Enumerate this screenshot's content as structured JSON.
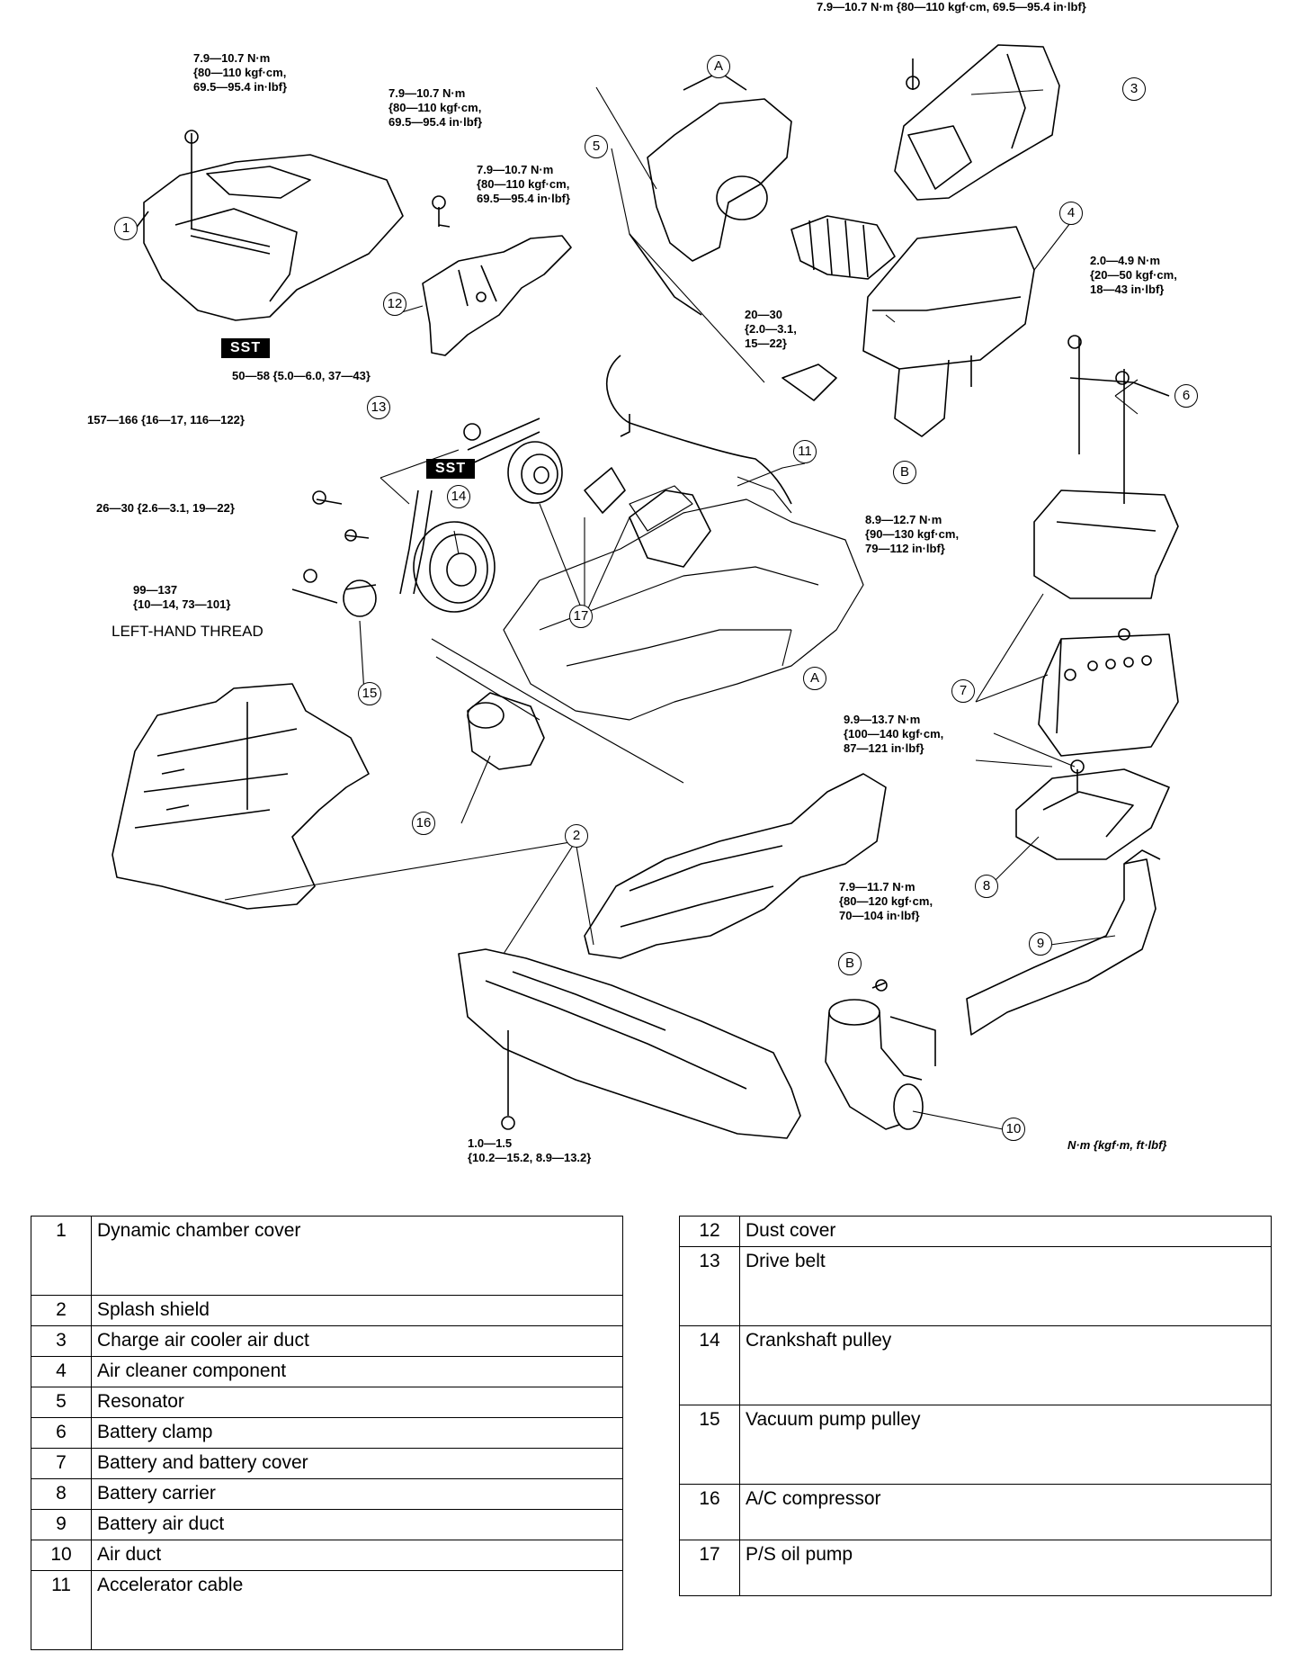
{
  "torque_labels": {
    "t_top_duct": "7.9—10.7 N·m {80—110 kgf·cm, 69.5—95.4 in·lbf}",
    "t_cover": "7.9—10.7 N·m\n{80—110 kgf·cm,\n69.5—95.4 in·lbf}",
    "t_bolt_a": "7.9—10.7 N·m\n{80—110 kgf·cm,\n69.5—95.4 in·lbf}",
    "t_bolt_b": "7.9—10.7 N·m\n{80—110 kgf·cm,\n69.5—95.4 in·lbf}",
    "t_nut_2030": "20—30\n{2.0—3.1,\n15—22}",
    "t_clamp": "2.0—4.9 N·m\n{20—50 kgf·cm,\n18—43 in·lbf}",
    "t_sst_5058": "50—58 {5.0—6.0, 37—43}",
    "t_157": "157—166 {16—17, 116—122}",
    "t_26": "26—30 {2.6—3.1, 19—22}",
    "t_99": "99—137\n{10—14, 73—101}",
    "t_89": "8.9—12.7 N·m\n{90—130 kgf·cm,\n79—112 in·lbf}",
    "t_99n": "9.9—13.7 N·m\n{100—140 kgf·cm,\n87—121 in·lbf}",
    "t_79": "7.9—11.7 N·m\n{80—120 kgf·cm,\n70—104 in·lbf}",
    "t_10": "1.0—1.5\n{10.2—15.2, 8.9—13.2}"
  },
  "sst_label": "SST",
  "left_hand_thread": "LEFT-HAND THREAD",
  "units_note": "N·m {kgf·m, ft·lbf}",
  "callout_letters": {
    "a": "A",
    "b": "B"
  },
  "callouts": [
    "1",
    "2",
    "3",
    "4",
    "5",
    "6",
    "7",
    "8",
    "9",
    "10",
    "11",
    "12",
    "13",
    "14",
    "15",
    "16",
    "17"
  ],
  "parts_left": [
    {
      "num": "1",
      "name": "Dynamic chamber cover"
    },
    {
      "num": "2",
      "name": "Splash shield"
    },
    {
      "num": "3",
      "name": "Charge air cooler air duct"
    },
    {
      "num": "4",
      "name": "Air cleaner component"
    },
    {
      "num": "5",
      "name": "Resonator"
    },
    {
      "num": "6",
      "name": "Battery clamp"
    },
    {
      "num": "7",
      "name": "Battery and battery cover"
    },
    {
      "num": "8",
      "name": "Battery carrier"
    },
    {
      "num": "9",
      "name": "Battery air duct"
    },
    {
      "num": "10",
      "name": "Air duct"
    },
    {
      "num": "11",
      "name": "Accelerator cable"
    }
  ],
  "parts_right": [
    {
      "num": "12",
      "name": "Dust cover"
    },
    {
      "num": "13",
      "name": "Drive belt"
    },
    {
      "num": "14",
      "name": "Crankshaft pulley"
    },
    {
      "num": "15",
      "name": "Vacuum pump pulley"
    },
    {
      "num": "16",
      "name": "A/C compressor"
    },
    {
      "num": "17",
      "name": "P/S oil pump"
    }
  ]
}
